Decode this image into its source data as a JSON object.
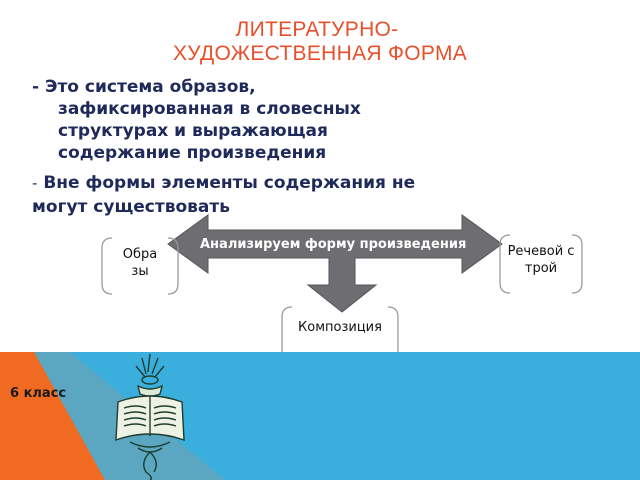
{
  "title": {
    "line1": "ЛИТЕРАТУРНО-",
    "line2": "ХУДОЖЕСТВЕННАЯ ФОРМА"
  },
  "definition": {
    "line1": "- Это система образов,",
    "line2": "зафиксированная в словесных",
    "line3": "структурах и выражающая",
    "line4": "содержание произведения"
  },
  "statement": {
    "dash": "-",
    "line1": " Вне формы элементы содержания не",
    "line2": "могут существовать"
  },
  "diagram": {
    "arrow_label": "Анализируем форму произведения",
    "nodes": {
      "images": "Образы",
      "speech": "Речевой строй",
      "composition": "Композиция"
    }
  },
  "footer": {
    "grade": "6 класс"
  },
  "colors": {
    "title": "#e8502b",
    "text": "#1f2a5a",
    "arrow": "#6e6e72",
    "footer_blue": "#3aaedd",
    "footer_orange": "#f06a22",
    "footer_teal": "#5ba7c1"
  },
  "icons": {
    "emblem": "book-emblem-icon"
  }
}
